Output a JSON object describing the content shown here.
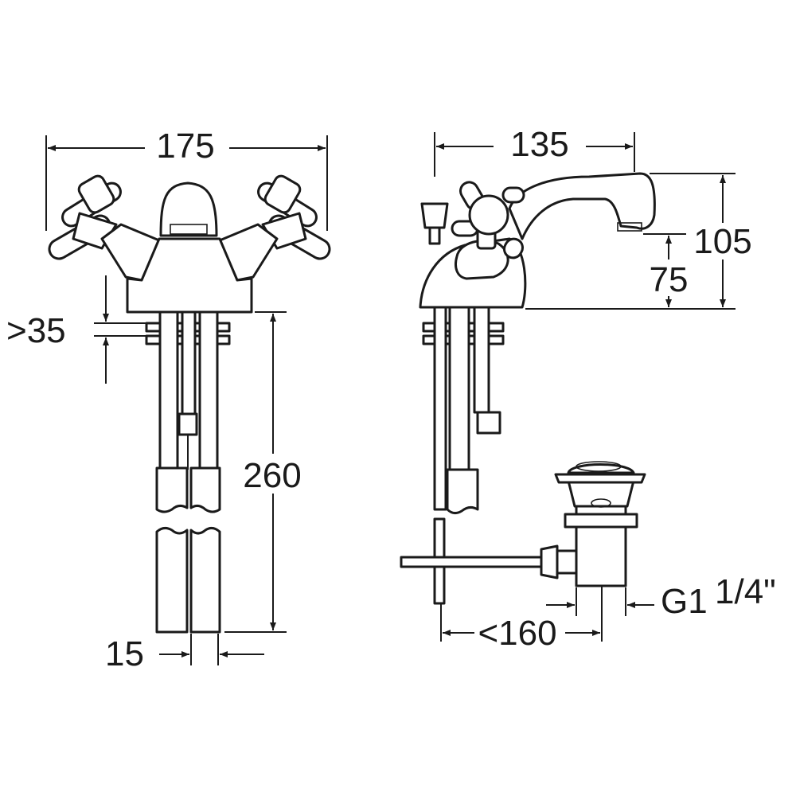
{
  "front_view": {
    "width_label": "175",
    "deck_label": ">35",
    "height_label": "260",
    "spacing_label": "15"
  },
  "side_view": {
    "depth_label": "135",
    "spout_outer_label": "105",
    "spout_inner_label": "75",
    "waste_reach_label": "<160",
    "thread_label_main": "G1",
    "thread_label_fraction": "1/4\""
  },
  "colors": {
    "line": "#1a1a1a",
    "background": "#ffffff"
  }
}
